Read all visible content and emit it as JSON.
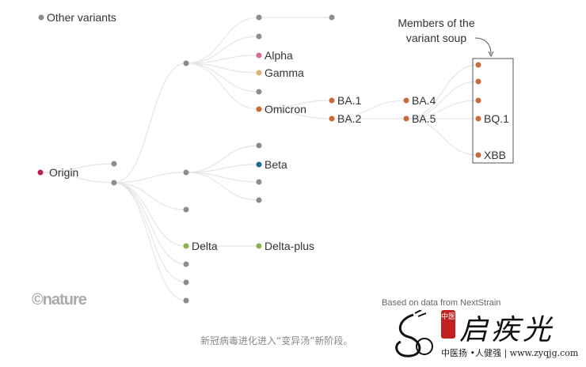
{
  "legend": {
    "other_variants": "Other variants"
  },
  "nodes": {
    "origin": "Origin",
    "alpha": "Alpha",
    "gamma": "Gamma",
    "omicron": "Omicron",
    "beta": "Beta",
    "delta": "Delta",
    "delta_plus": "Delta-plus",
    "ba1": "BA.1",
    "ba2": "BA.2",
    "ba4": "BA.4",
    "ba5": "BA.5",
    "bq1": "BQ.1",
    "xbb": "XBB"
  },
  "annotation": {
    "line1": "Members of the",
    "line2": "variant soup"
  },
  "source": "Based on data from NextStrain",
  "logo": "©nature",
  "caption": "新冠病毒进化进入“变异汤”新阶段。",
  "watermark": {
    "title": "启疾光",
    "seal": "中医",
    "subtitle": "中医扬 •人健强 | www.zyqjg.com"
  },
  "colors": {
    "gray": "#8c8c8c",
    "origin": "#c2185b",
    "alpha": "#d46a98",
    "gamma": "#d9b27c",
    "omicron": "#c96a3c",
    "beta": "#1f6a8a",
    "delta": "#8db24e",
    "edge": "#e6e6e6"
  }
}
